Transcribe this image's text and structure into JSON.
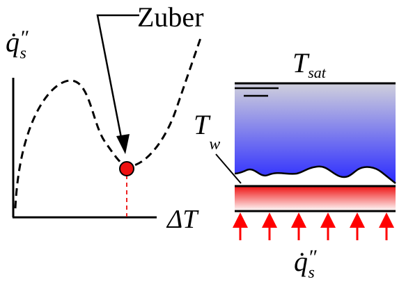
{
  "annotation": {
    "label": "Zuber"
  },
  "axes": {
    "y_symbol": "q̇",
    "y_primes": "″",
    "y_subscript": "s",
    "x_symbol": "ΔT"
  },
  "fluid": {
    "top_symbol": "T",
    "top_subscript": "sat",
    "wall_symbol": "T",
    "wall_subscript": "w"
  },
  "heater": {
    "flux_symbol": "q̇",
    "flux_primes": "″",
    "flux_subscript": "s",
    "arrow_count": 6
  },
  "colors": {
    "curve": "#000000",
    "marker": "#ee1111",
    "marker_drop": "#ee2222",
    "liquid_top": "#d0d0dc",
    "liquid_bottom": "#2a2aff",
    "heater_edge": "#ee1111",
    "heater_fade": "#ffffff",
    "heat_arrows": "#ff0000"
  }
}
